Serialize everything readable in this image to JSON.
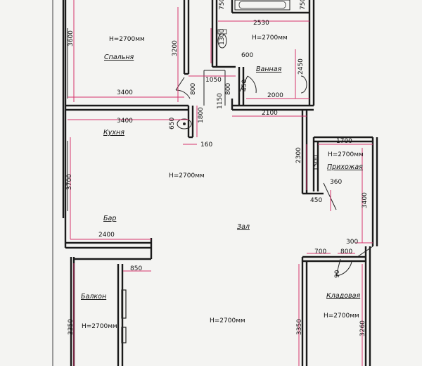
{
  "rooms": {
    "bedroom": {
      "name": "Спальня",
      "height": "H=2700мм"
    },
    "bathroom": {
      "name": "Ванная",
      "height": "H=2700мм"
    },
    "kitchen": {
      "name": "Кухня"
    },
    "living": {
      "name": "Зал",
      "height": "H=2700мм"
    },
    "hall": {
      "name": "Прихожая",
      "height": "H=2700мм"
    },
    "bar": {
      "name": "Бар"
    },
    "balcony": {
      "name": "Балкон",
      "height": "H=2700мм"
    },
    "storage": {
      "name": "Кладовая",
      "height": "H=2700мм"
    },
    "lower": {
      "height": "H=2700мм"
    }
  },
  "dims": {
    "d2530": "2530",
    "d750a": "750",
    "d750b": "750",
    "d3600": "3600",
    "d3200": "3200",
    "d1300": "1300",
    "d600": "600",
    "d2450": "2450",
    "d3400a": "3400",
    "d1050": "1050",
    "d800a": "800",
    "d800b": "800",
    "d450a": "450",
    "d2000": "2000",
    "d1150": "1150",
    "d1800": "1800",
    "d2100": "2100",
    "d3400b": "3400",
    "d650": "650",
    "d160": "160",
    "d1700": "1700",
    "d2300": "2300",
    "d1500": "1500",
    "d3700": "3700",
    "d360": "360",
    "d450b": "450",
    "d3400c": "3400",
    "d2400": "2400",
    "d300": "300",
    "d700": "700",
    "d800c": "800",
    "d850": "850",
    "d90": "90",
    "d3350a": "3350",
    "d3350b": "3350",
    "d3260": "3260"
  }
}
